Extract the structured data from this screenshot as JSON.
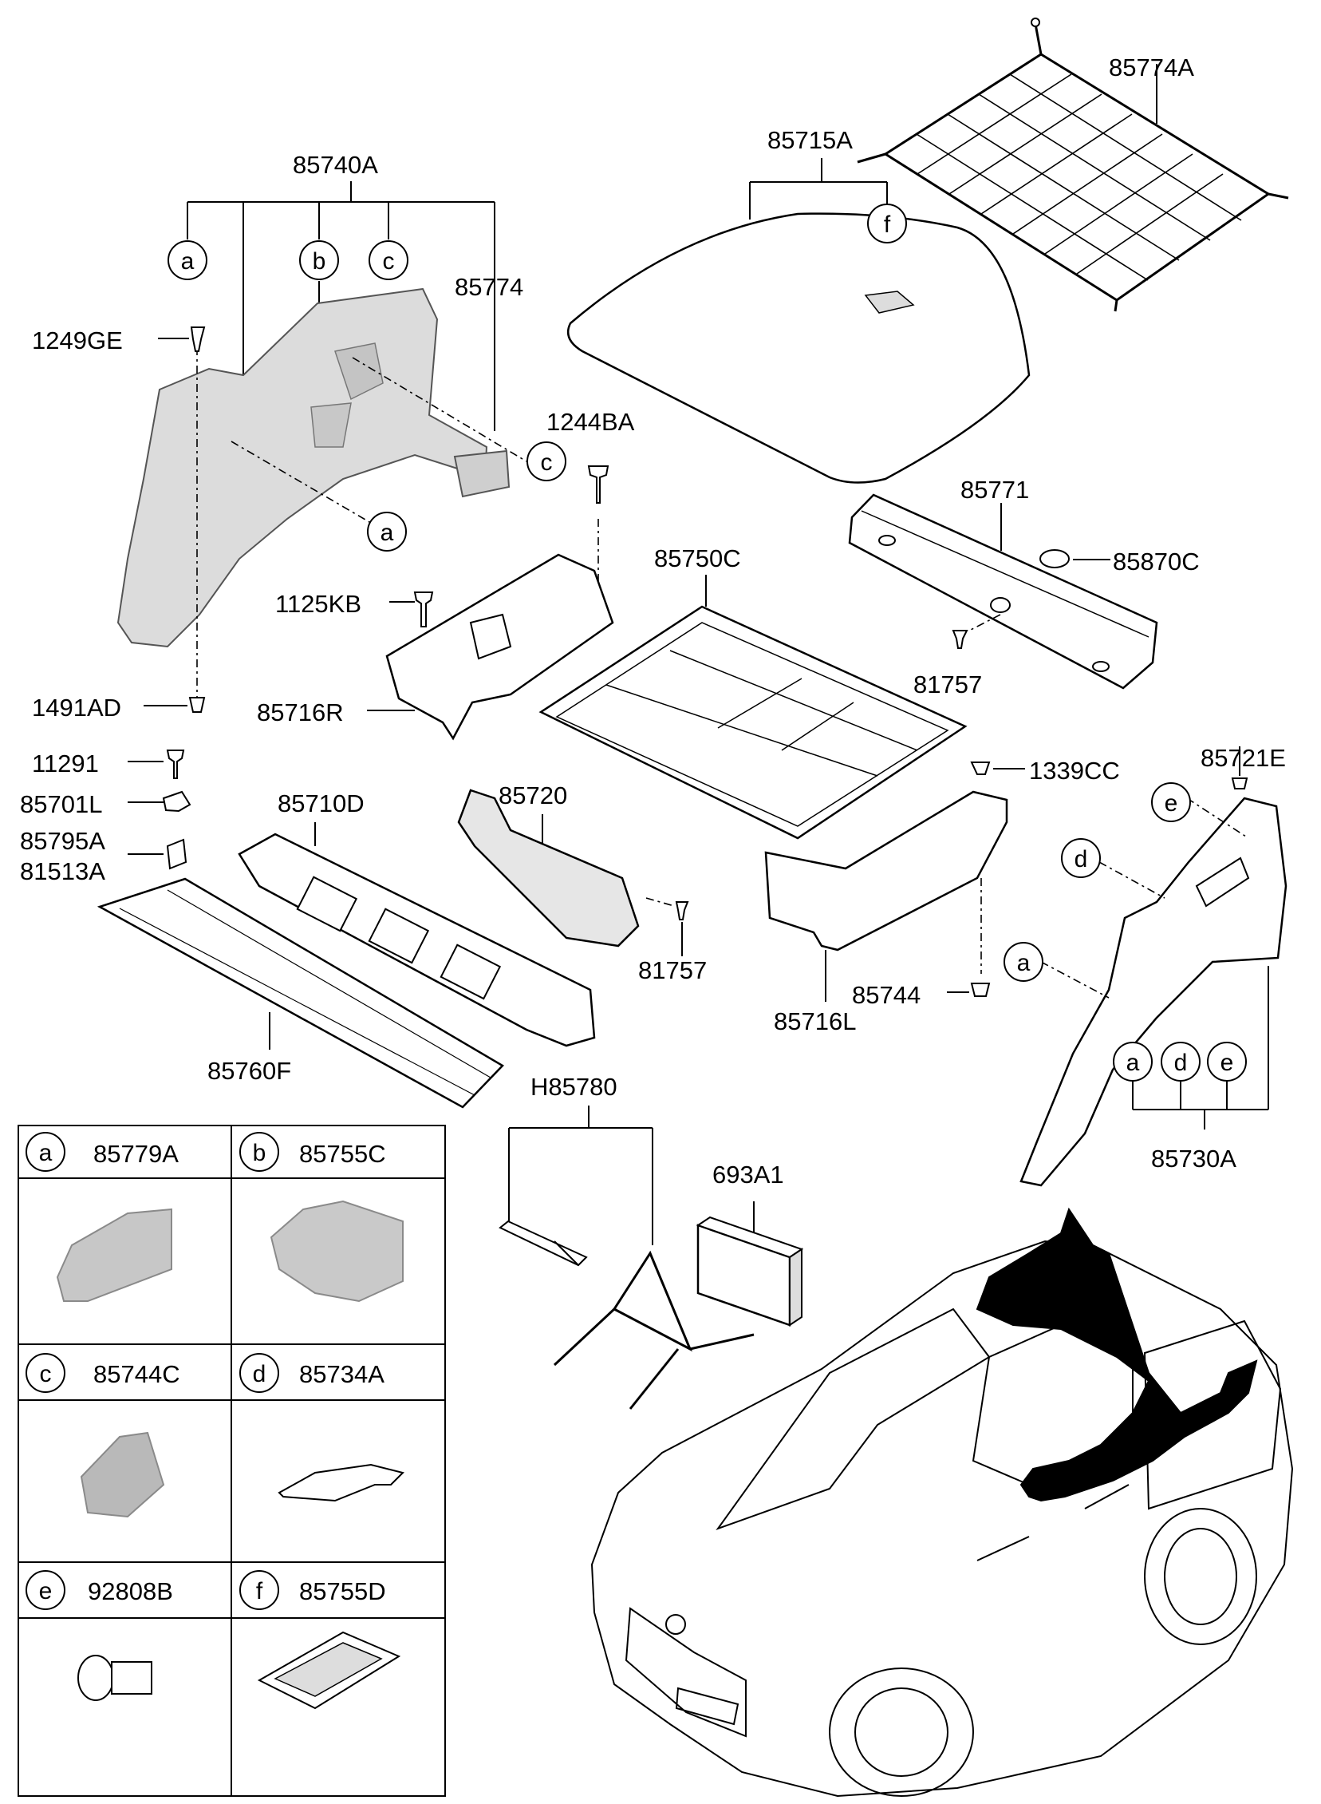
{
  "labels": {
    "p85740A": "85740A",
    "p85774": "85774",
    "p1249GE": "1249GE",
    "p1491AD": "1491AD",
    "p85715A": "85715A",
    "p85774A": "85774A",
    "p1244BA": "1244BA",
    "p1125KB": "1125KB",
    "p85716R": "85716R",
    "p85750C": "85750C",
    "p85771": "85771",
    "p85870C": "85870C",
    "p81757a": "81757",
    "p81757b": "81757",
    "p11291": "11291",
    "p85701L": "85701L",
    "p85795A": "85795A",
    "p81513A": "81513A",
    "p85710D": "85710D",
    "p85720": "85720",
    "p1339CC": "1339CC",
    "p85721E": "85721E",
    "p85744": "85744",
    "p85716L": "85716L",
    "p85760F": "85760F",
    "p85730A": "85730A",
    "pH85780": "H85780",
    "p693A1": "693A1"
  },
  "callouts": {
    "a": "a",
    "b": "b",
    "c": "c",
    "d": "d",
    "e": "e",
    "f": "f"
  },
  "legend": [
    {
      "letter": "a",
      "part": "85779A"
    },
    {
      "letter": "b",
      "part": "85755C"
    },
    {
      "letter": "c",
      "part": "85744C"
    },
    {
      "letter": "d",
      "part": "85734A"
    },
    {
      "letter": "e",
      "part": "92808B"
    },
    {
      "letter": "f",
      "part": "85755D"
    }
  ]
}
